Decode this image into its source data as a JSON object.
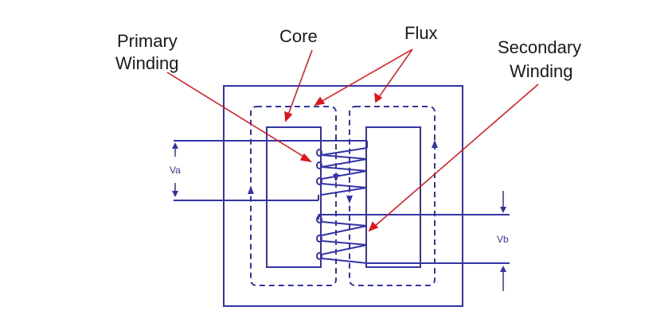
{
  "labels": {
    "primary_line1": "Primary",
    "primary_line2": "Winding",
    "core": "Core",
    "flux": "Flux",
    "secondary_line1": "Secondary",
    "secondary_line2": "Winding",
    "va": "Va",
    "vb": "Vb"
  },
  "colors": {
    "diagram_blue": "#3434a6",
    "callout_red": "#e0141c",
    "text": "#1a1a1a",
    "background": "#ffffff"
  },
  "icons": {
    "flux_direction": "triangle-arrow",
    "terminal": "double-headed-arrow"
  }
}
